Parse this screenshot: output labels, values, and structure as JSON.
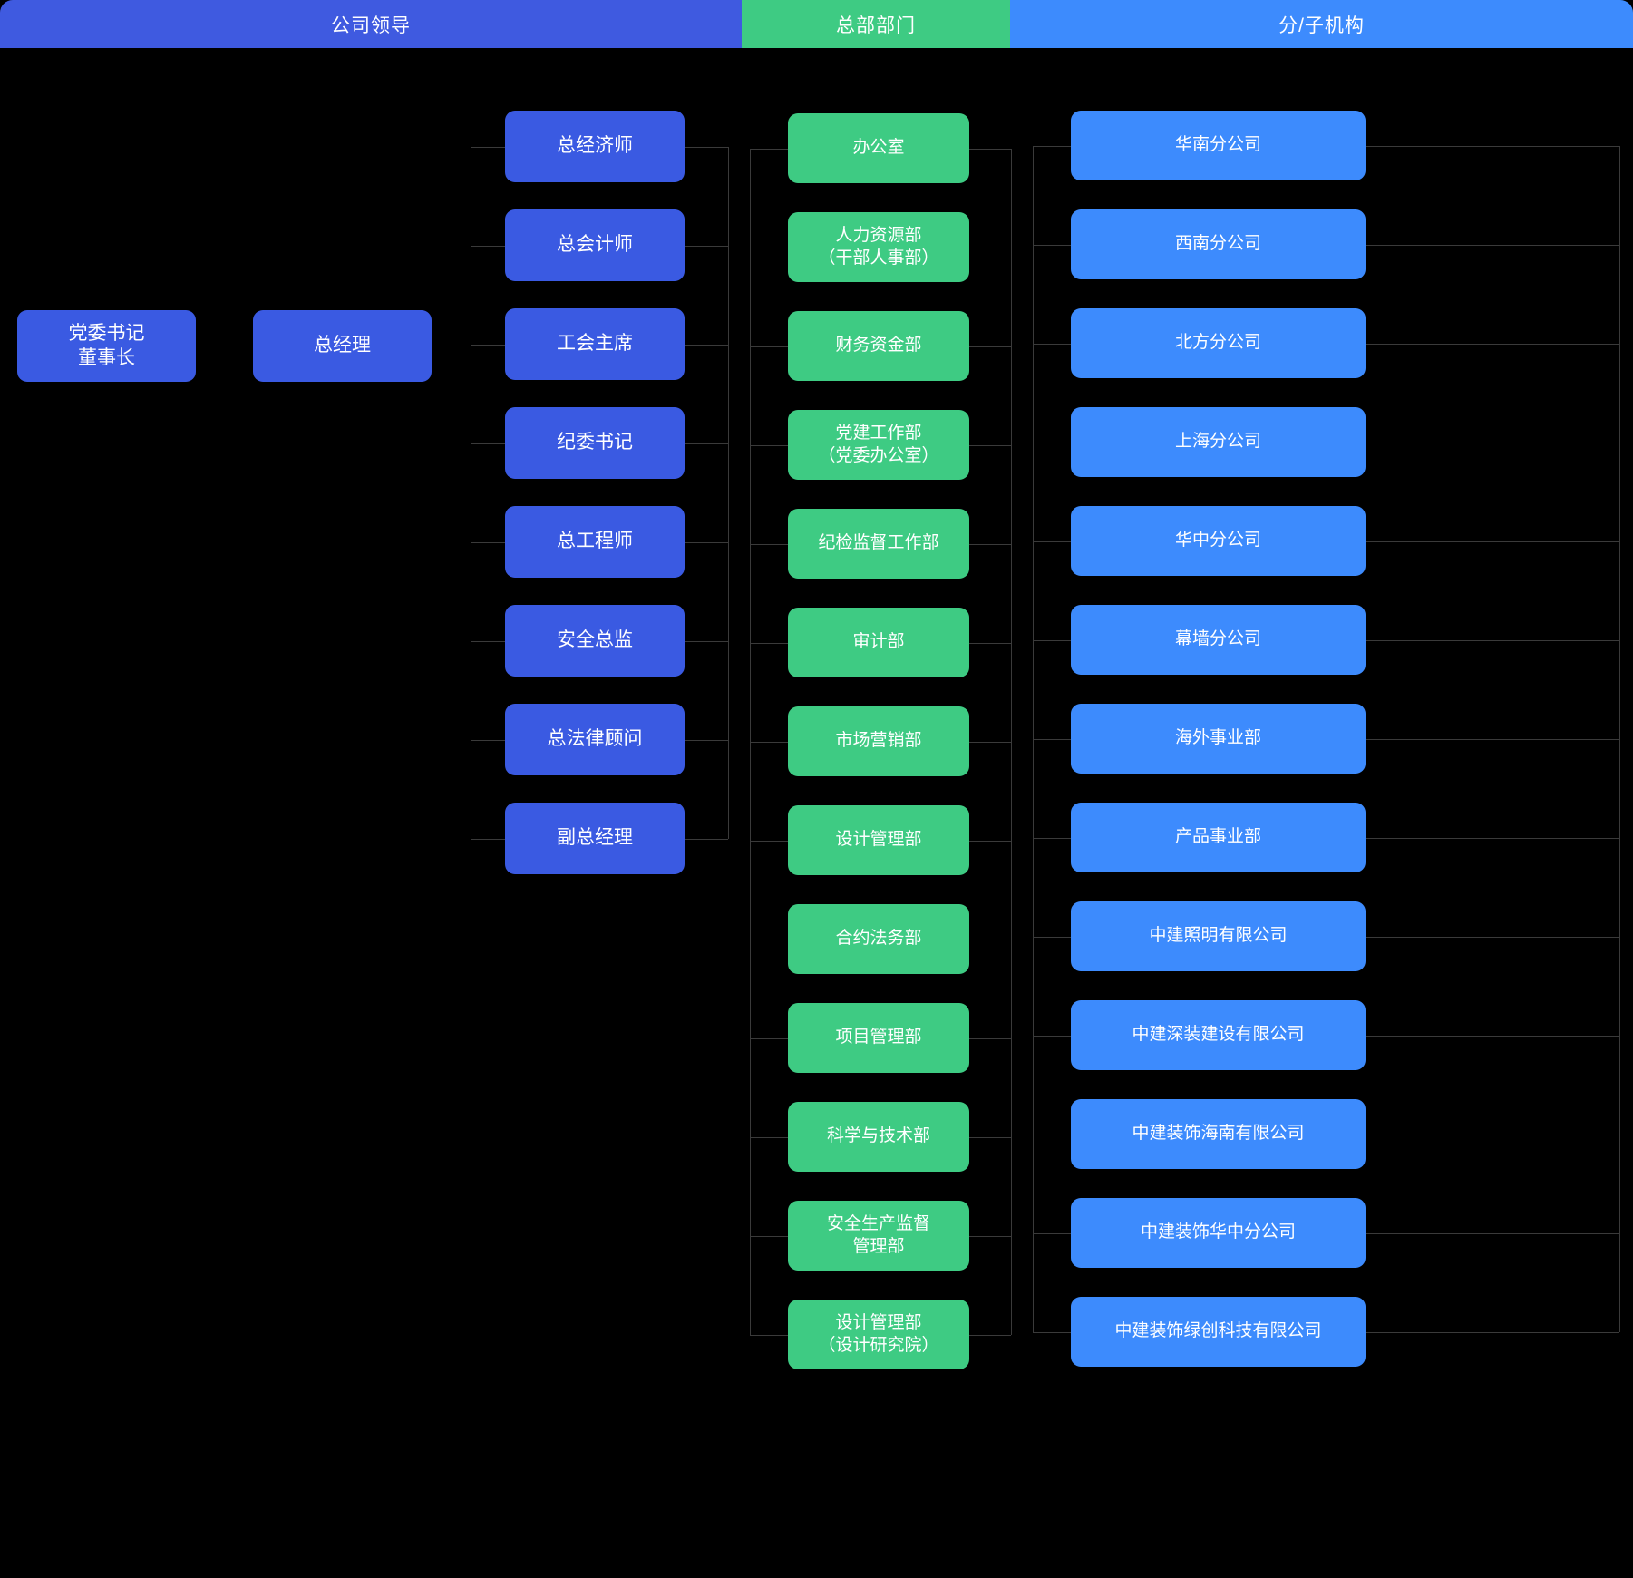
{
  "header": {
    "columns": [
      {
        "id": "leadership",
        "label": "公司领导",
        "color": "#3f5ae0"
      },
      {
        "id": "headquarters",
        "label": "总部部门",
        "color": "#3ecb83"
      },
      {
        "id": "branches",
        "label": "分/子机构",
        "color": "#3d8bfd"
      }
    ]
  },
  "root": {
    "label": "党委书记\n董事长"
  },
  "gm": {
    "label": "总经理"
  },
  "leadership": {
    "items": [
      {
        "label": "总经济师"
      },
      {
        "label": "总会计师"
      },
      {
        "label": "工会主席"
      },
      {
        "label": "纪委书记"
      },
      {
        "label": "总工程师"
      },
      {
        "label": "安全总监"
      },
      {
        "label": "总法律顾问"
      },
      {
        "label": "副总经理"
      }
    ]
  },
  "departments": {
    "items": [
      {
        "label": "办公室"
      },
      {
        "label": "人力资源部\n（干部人事部）"
      },
      {
        "label": "财务资金部"
      },
      {
        "label": "党建工作部\n（党委办公室）"
      },
      {
        "label": "纪检监督工作部"
      },
      {
        "label": "审计部"
      },
      {
        "label": "市场营销部"
      },
      {
        "label": "设计管理部"
      },
      {
        "label": "合约法务部"
      },
      {
        "label": "项目管理部"
      },
      {
        "label": "科学与技术部"
      },
      {
        "label": "安全生产监督\n管理部"
      },
      {
        "label": "设计管理部\n（设计研究院）"
      }
    ]
  },
  "branches": {
    "items": [
      {
        "label": "华南分公司"
      },
      {
        "label": "西南分公司"
      },
      {
        "label": "北方分公司"
      },
      {
        "label": "上海分公司"
      },
      {
        "label": "华中分公司"
      },
      {
        "label": "幕墙分公司"
      },
      {
        "label": "海外事业部"
      },
      {
        "label": "产品事业部"
      },
      {
        "label": "中建照明有限公司"
      },
      {
        "label": "中建深装建设有限公司"
      },
      {
        "label": "中建装饰海南有限公司"
      },
      {
        "label": "中建装饰华中分公司"
      },
      {
        "label": "中建装饰绿创科技有限公司"
      }
    ]
  },
  "colors": {
    "leader_box": "#3a5ae2",
    "dept_box": "#3ecb83",
    "branch_box": "#3d8bfd",
    "background": "#000000",
    "connector": "#3a3a3a"
  }
}
